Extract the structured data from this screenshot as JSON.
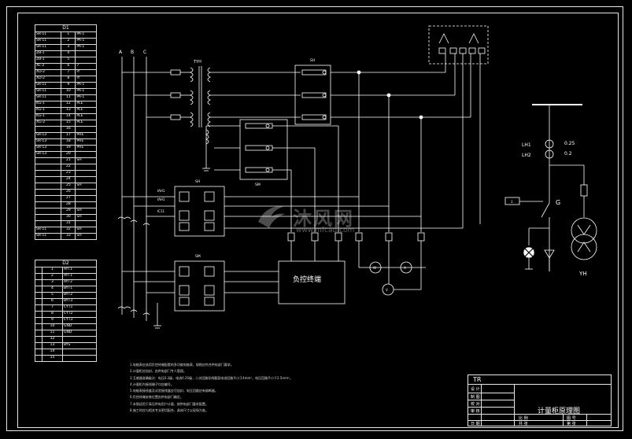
{
  "table_d1": {
    "title": "D1",
    "rows": [
      [
        "SR-11",
        "1",
        "PA-1"
      ],
      [
        "SR-11",
        "2",
        "PA-1"
      ],
      [
        "SR-11",
        "3",
        "PA-1"
      ],
      [
        "ZB-1",
        "4",
        ""
      ],
      [
        "ZB-1",
        "5",
        ""
      ],
      [
        "XC-2",
        "6",
        "7"
      ],
      [
        "XD-2",
        "7",
        "IY"
      ],
      [
        "XD-2",
        "8",
        "IY"
      ],
      [
        "SR-11",
        "9",
        "PA-1"
      ],
      [
        "SR-11",
        "10",
        "PA-1"
      ],
      [
        "SR-11",
        "11",
        "PA-1"
      ],
      [
        "KG-1",
        "12",
        "PLE"
      ],
      [
        "KG-1",
        "13",
        "PLE"
      ],
      [
        "KG-1",
        "14",
        "PLE"
      ],
      [
        "XG-2",
        "15",
        "PLE"
      ],
      [
        "",
        "16",
        ""
      ],
      [
        "SR-13",
        "17",
        "PHE"
      ],
      [
        "SR-13",
        "18",
        "PHE"
      ],
      [
        "SR-13",
        "19",
        "PHE"
      ],
      [
        "SR-13",
        "20",
        ""
      ],
      [
        "",
        "21",
        "SH"
      ],
      [
        "",
        "22",
        ""
      ],
      [
        "",
        "23",
        ""
      ],
      [
        "",
        "24",
        ""
      ],
      [
        "",
        "25",
        "SH"
      ],
      [
        "",
        "26",
        ""
      ],
      [
        "",
        "27",
        ""
      ],
      [
        "",
        "28",
        ""
      ],
      [
        "",
        "29",
        "SH"
      ],
      [
        "",
        "30",
        "SH"
      ],
      [
        "",
        "31",
        ""
      ],
      [
        "SR-11",
        "32",
        "SH"
      ],
      [
        "SR-11",
        "33",
        "SH"
      ]
    ]
  },
  "table_d2": {
    "title": "D2",
    "rows": [
      [
        "",
        "1",
        "AYT1"
      ],
      [
        "",
        "2",
        "AYT1"
      ],
      [
        "",
        "3",
        "AYT2"
      ],
      [
        "",
        "4",
        "BYT1"
      ],
      [
        "",
        "5",
        "BYT2"
      ],
      [
        "",
        "6",
        "BYT3"
      ],
      [
        "",
        "7",
        "CYT1"
      ],
      [
        "",
        "8",
        "CYT2"
      ],
      [
        "",
        "9",
        "CYT3"
      ],
      [
        "",
        "10",
        "GND"
      ],
      [
        "",
        "11",
        "GND"
      ],
      [
        "",
        "12",
        ""
      ],
      [
        "",
        "13",
        "BYS"
      ],
      [
        "",
        "14",
        ""
      ],
      [
        "",
        "15",
        ""
      ]
    ]
  },
  "diagram": {
    "bus_labels": [
      "A",
      "B",
      "C"
    ],
    "tyh_label": "TYH",
    "sh_label": "SH",
    "sm_label": "SM",
    "sh2_label": "SH",
    "sm2_label": "SM",
    "terminal_box_label": "负控终端",
    "meter_labels": [
      "W",
      "A",
      "V"
    ],
    "lh1_label": "LH1",
    "lh2_label": "LH2",
    "ratio_1": "0.25",
    "ratio_2": "0.2",
    "g_label": "G",
    "yh_label": "YH",
    "small_box_label": "1",
    "side_labels": [
      "IAH1",
      "IAH1",
      "IC11"
    ]
  },
  "notes": [
    "1.电能表应选用负控终端配套的多功能电能表，规格应符合供电部门要求。",
    "2.计量柜应加封，由供电部门专人管理。",
    "3.互感器准确级次：电压0.2级，电流0.2S级，二次回路导线截面电流回路不小于4mm²，电压回路不小于2.5mm²。",
    "4.计量柜内接线端子均应编号。",
    "5.电能表接线盒及试验接线盒应可加封，电压回路应有熔断器。",
    "6.负控终端安装位置由供电部门确定。",
    "7.本图适用于高压供电用户计量，按供电部门要求配置。",
    "8.施工时应与相关专业密切配合，具体尺寸以现场为准。"
  ],
  "title_block": {
    "code": "TR",
    "rows": [
      "设 计",
      "制 图",
      "校 对",
      "审 核",
      "日 期"
    ],
    "drawing_title": "计量柜原理图",
    "sub_labels": [
      "比 例",
      "图 号",
      "共 张",
      "第 张"
    ]
  },
  "watermark": {
    "brand": "沐风网",
    "url": "www.mfcad.com"
  }
}
